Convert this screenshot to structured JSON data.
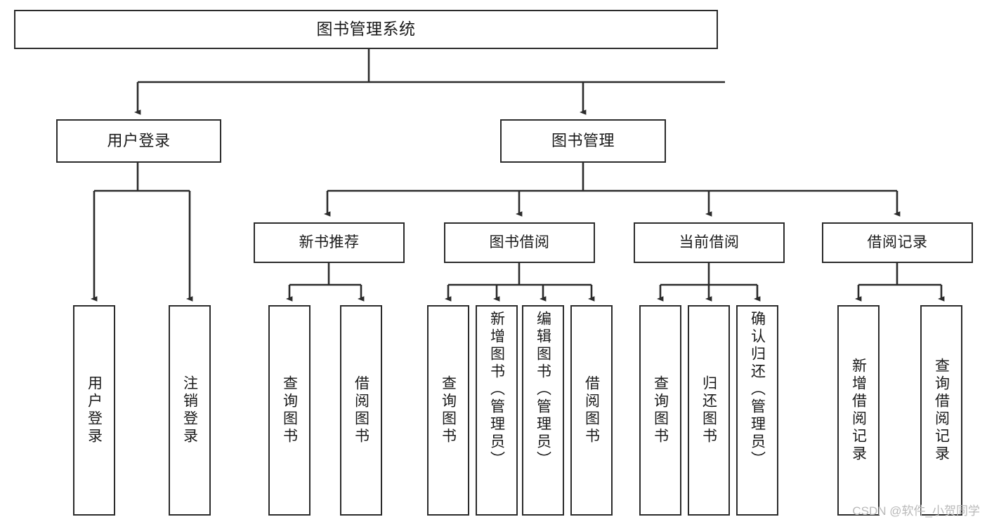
{
  "diagram": {
    "title": "图书管理系统",
    "type": "tree-hierarchy",
    "colors": {
      "stroke": "#2b2b2b",
      "fill": "#ffffff",
      "text": "#1a1a1a",
      "watermark": "#b9b9b9"
    },
    "root": {
      "label": "图书管理系统"
    },
    "level2": [
      {
        "label": "用户登录"
      },
      {
        "label": "图书管理"
      }
    ],
    "level3": [
      {
        "label": "新书推荐"
      },
      {
        "label": "图书借阅"
      },
      {
        "label": "当前借阅"
      },
      {
        "label": "借阅记录"
      }
    ],
    "leaves": {
      "user_login": [
        {
          "label": "用户登录"
        },
        {
          "label": "注销登录"
        }
      ],
      "new_book_recommend": [
        {
          "label": "查询图书"
        },
        {
          "label": "借阅图书"
        }
      ],
      "book_borrow": [
        {
          "label": "查询图书"
        },
        {
          "label": "新增图书（管理员）"
        },
        {
          "label": "编辑图书（管理员）"
        },
        {
          "label": "借阅图书"
        }
      ],
      "current_borrow": [
        {
          "label": "查询图书"
        },
        {
          "label": "归还图书"
        },
        {
          "label": "确认归还（管理员）"
        }
      ],
      "borrow_record": [
        {
          "label": "新增借阅记录"
        },
        {
          "label": "查询借阅记录"
        }
      ]
    }
  },
  "watermark": {
    "text": "CSDN @软件_小贺同学"
  }
}
